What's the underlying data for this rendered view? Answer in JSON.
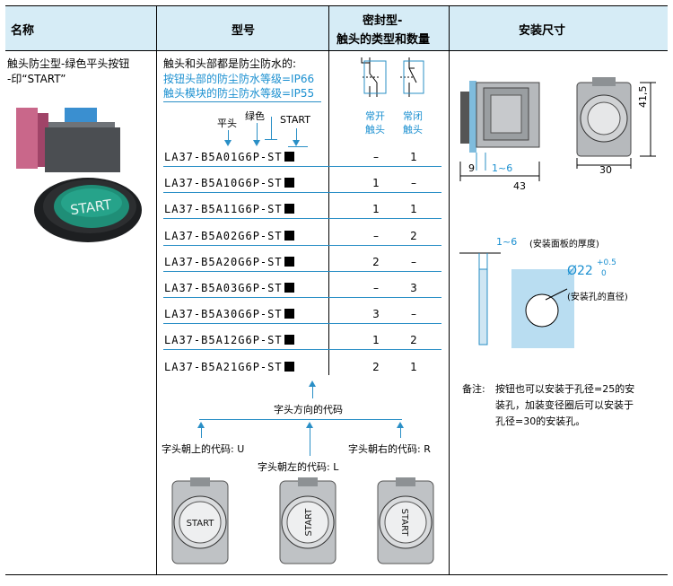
{
  "headers": {
    "name": "名称",
    "model": "型号",
    "contact_type_line1": "密封型-",
    "contact_type_line2": "触头的类型和数量",
    "dimensions": "安装尺寸"
  },
  "product": {
    "name_line1": "触头防尘型-绿色平头按钮",
    "name_line2": "-印“START”",
    "button_text": "START"
  },
  "model_intro": {
    "line1": "触头和头部都是防尘防水的:",
    "line2": "按钮头部的防尘防水等级=IP66",
    "line3": "触头模块的防尘防水等级=IP55"
  },
  "code_labels": {
    "flat_head": "平头",
    "green": "绿色",
    "start": "START"
  },
  "contact_labels": {
    "no_line1": "常开",
    "no_line2": "触头",
    "nc_line1": "常闭",
    "nc_line2": "触头"
  },
  "models": [
    {
      "code": "LA37-B5A01G6P-ST",
      "no": "–",
      "nc": "1"
    },
    {
      "code": "LA37-B5A10G6P-ST",
      "no": "1",
      "nc": "–"
    },
    {
      "code": "LA37-B5A11G6P-ST",
      "no": "1",
      "nc": "1"
    },
    {
      "code": "LA37-B5A02G6P-ST",
      "no": "–",
      "nc": "2"
    },
    {
      "code": "LA37-B5A20G6P-ST",
      "no": "2",
      "nc": "–"
    },
    {
      "code": "LA37-B5A03G6P-ST",
      "no": "–",
      "nc": "3"
    },
    {
      "code": "LA37-B5A30G6P-ST",
      "no": "3",
      "nc": "–"
    },
    {
      "code": "LA37-B5A12G6P-ST",
      "no": "1",
      "nc": "2"
    },
    {
      "code": "LA37-B5A21G6P-ST",
      "no": "2",
      "nc": "1"
    }
  ],
  "direction": {
    "title": "字头方向的代码",
    "up": "字头朝上的代码: U",
    "left": "字头朝左的代码: L",
    "right": "字头朝右的代码: R"
  },
  "dims": {
    "d9": "9",
    "d1_6": "1~6",
    "d43": "43",
    "d30": "30",
    "d41_5": "41,5",
    "panel_range": "1~6",
    "panel_note": "(安装面板的厚度)",
    "hole_dia": "Ø22",
    "tol_plus": "+0.5",
    "tol_zero": "0",
    "hole_note": "(安装孔的直径)"
  },
  "remark": {
    "label": "备注:",
    "line1": "按钮也可以安装于孔径=25的安",
    "line2": "装孔，加装变径圈后可以安装于",
    "line3": "孔径=30的安装孔。"
  }
}
